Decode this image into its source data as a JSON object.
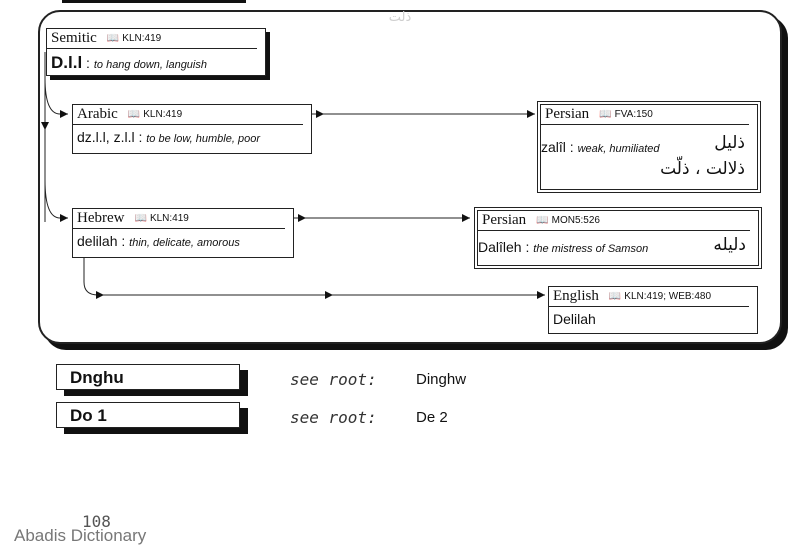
{
  "header_faint": "ذلت",
  "semitic": {
    "lang": "Semitic",
    "ref": "KLN:419",
    "word": "D.l.l",
    "sep": " : ",
    "meaning": "to hang down, languish"
  },
  "arabic": {
    "lang": "Arabic",
    "ref": "KLN:419",
    "word": "dz.l.l, z.l.l",
    "sep": " : ",
    "meaning": "to be low, humble, poor"
  },
  "persian1": {
    "lang": "Persian",
    "ref": "FVA:150",
    "word": "zalîl",
    "sep": " : ",
    "meaning": "weak, humiliated",
    "script1": "ذلیل",
    "script2": "ذلالت ، ذلّت"
  },
  "hebrew": {
    "lang": "Hebrew",
    "ref": "KLN:419",
    "word": "delilah",
    "sep": " : ",
    "meaning": "thin, delicate, amorous"
  },
  "persian2": {
    "lang": "Persian",
    "ref": "MON5:526",
    "word": "Dalîleh",
    "sep": " : ",
    "meaning": "the mistress of Samson",
    "script1": "دلیله"
  },
  "english": {
    "lang": "English",
    "ref": "KLN:419; WEB:480",
    "word": "Delilah"
  },
  "entries": [
    {
      "root": "Dnghu",
      "see": "see root:",
      "target": "Dinghw"
    },
    {
      "root": "Do 1",
      "see": "see root:",
      "target": "De 2"
    }
  ],
  "page_number": "108",
  "watermark": "Abadis Dictionary",
  "icons": {
    "reference": "book-icon"
  }
}
